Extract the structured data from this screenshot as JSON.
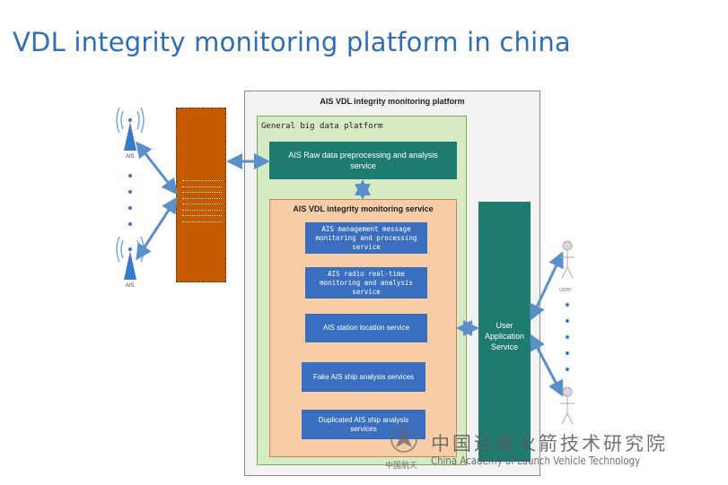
{
  "title": "VDL integrity monitoring platform in china",
  "platform": {
    "outer_label": "AIS VDL integrity monitoring platform",
    "big_data_label": "General big data platform",
    "raw_service": "AIS Raw data preprocessing and analysis service",
    "monitoring_panel_label": "AIS VDL integrity monitoring service",
    "services": [
      "AIS management message monitoring and processing service",
      "AIS radio real-time monitoring and analysis service",
      "AIS station location service",
      "Fake AIS ship analysis services",
      "Duplicated AIS ship analysis services"
    ],
    "user_app": "User Application Service"
  },
  "stations": {
    "top_label": "AIS",
    "bottom_label": "AIS"
  },
  "users": {
    "label": "user"
  },
  "watermark": {
    "chinese": "中国运载火箭技术研究院",
    "english": "China Academy of Launch Vehicle Technology",
    "small": "中国航天"
  },
  "colors": {
    "title": "#2f6db5",
    "teal": "#1e7b70",
    "service_blue": "#3a6fbf",
    "orange_gateway": "#c55a00",
    "panel_peach": "#f7cda8",
    "panel_green": "#d6ebc4",
    "arrow": "#5b8fc9"
  }
}
